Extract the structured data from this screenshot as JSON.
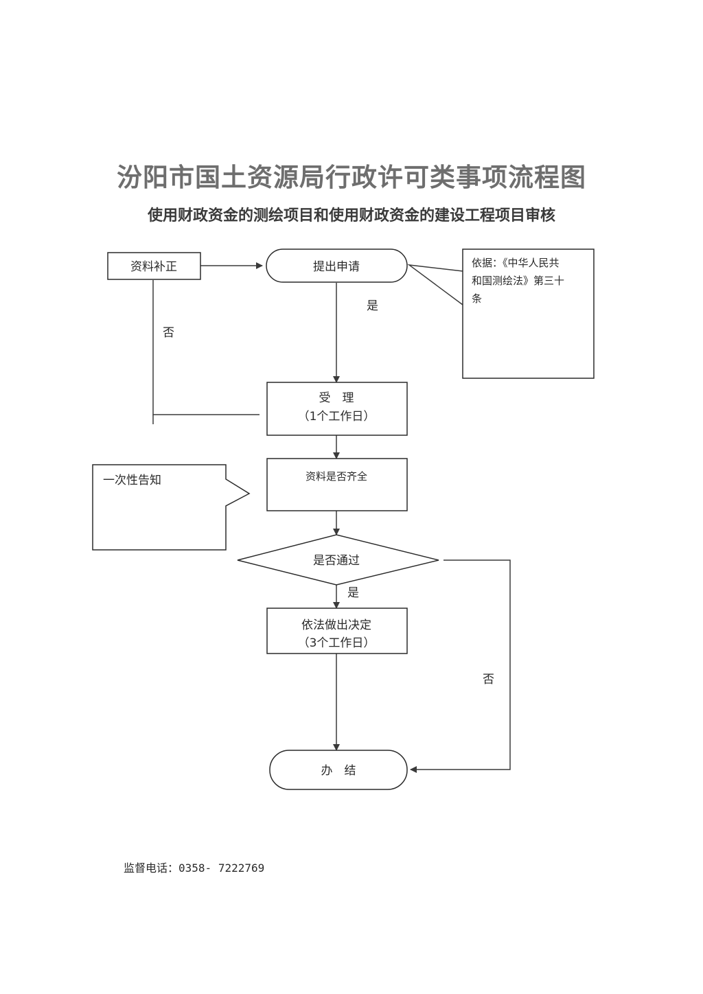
{
  "title": "汾阳市国土资源局行政许可类事项流程图",
  "subtitle": "使用财政资金的测绘项目和使用财政资金的建设工程项目审核",
  "nodes": {
    "supplement": "资料补正",
    "submit": "提出申请",
    "basis_line1": "依据：《中华人民共",
    "basis_line2": "和国测绘法》第三十",
    "basis_line3": "条",
    "accept_line1": "受　理",
    "accept_line2": "（1个工作日）",
    "complete_check": "资料是否齐全",
    "notify": "一次性告知",
    "pass_check": "是否通过",
    "decision_line1": "依法做出决定",
    "decision_line2": "（3个工作日）",
    "finish": "办　结"
  },
  "edges": {
    "yes_1": "是",
    "no_1": "否",
    "yes_2": "是",
    "no_2": "否"
  },
  "footer": {
    "label": "监督电话：",
    "phone": "0358- 7222769"
  }
}
